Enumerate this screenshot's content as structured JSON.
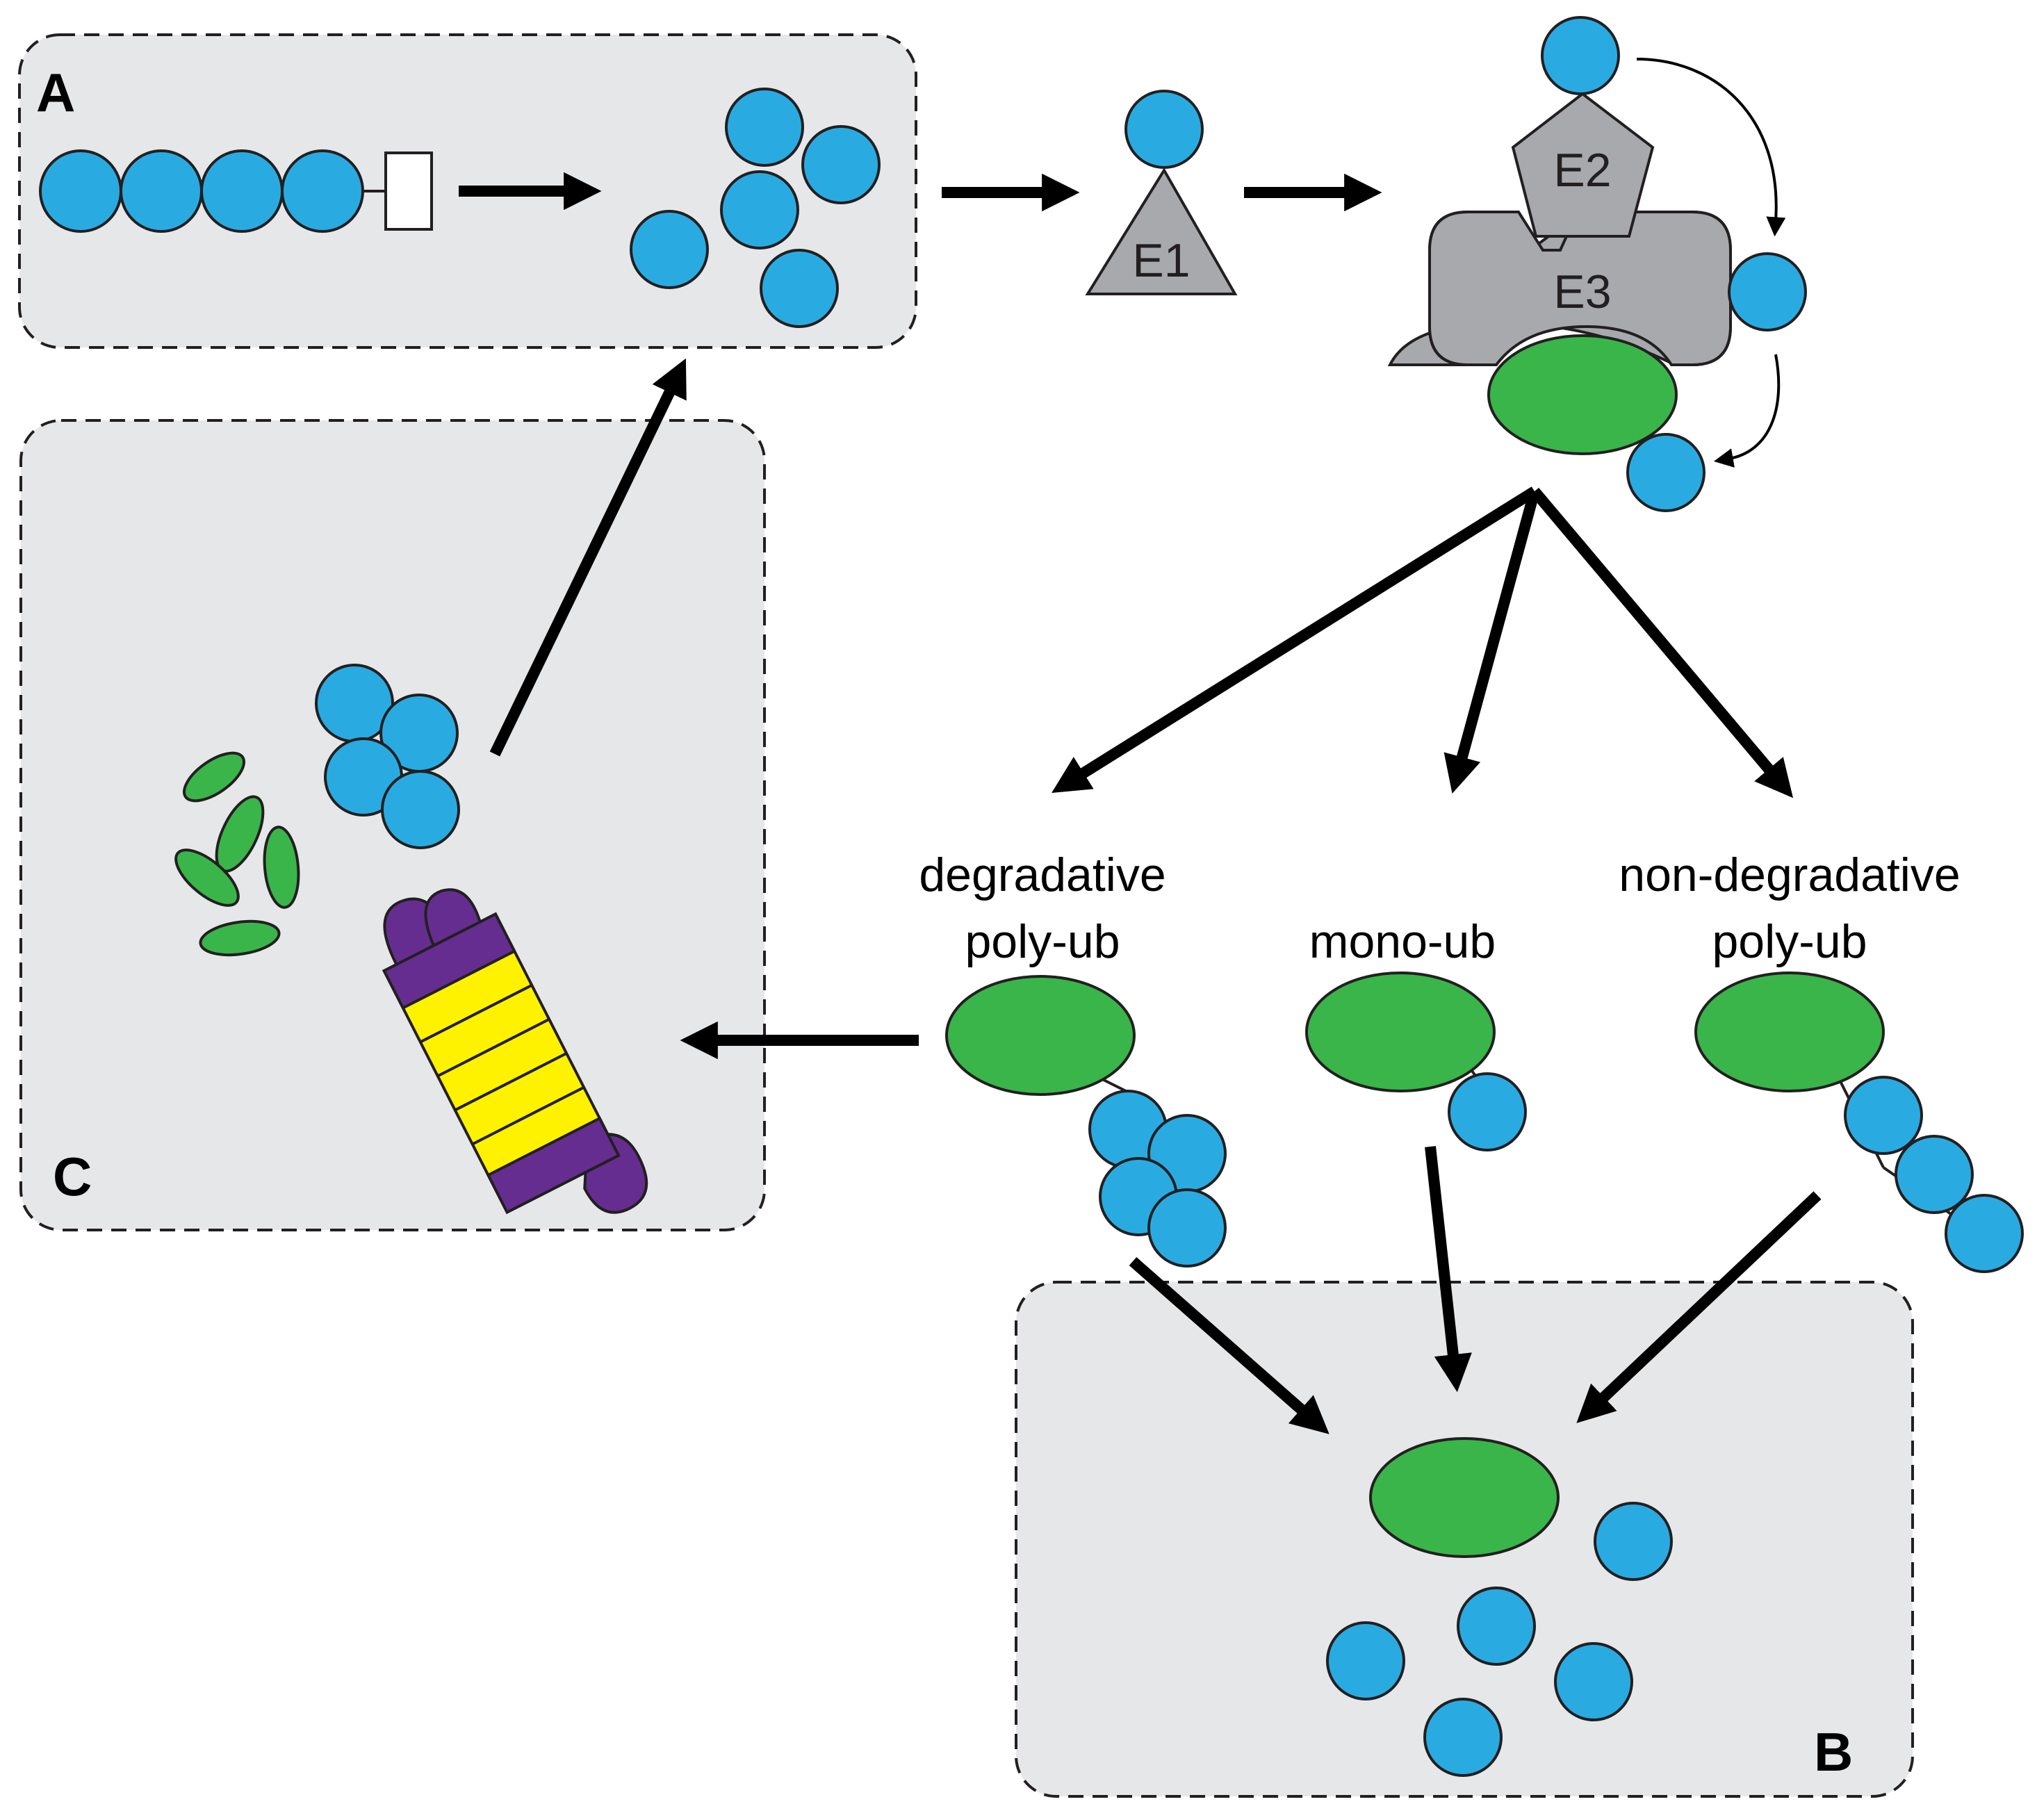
{
  "colors": {
    "ubiquitin": "#29abe2",
    "substrate": "#39b54a",
    "enzyme": "#a7a9ac",
    "panel_fill": "#e6e7e9",
    "proteasome_core": "#fff200",
    "proteasome_cap": "#662d91"
  },
  "panels": {
    "a": {
      "letter": "A"
    },
    "b": {
      "letter": "B"
    },
    "c": {
      "letter": "C"
    }
  },
  "enzymes": {
    "e1": "E1",
    "e2": "E2",
    "e3": "E3"
  },
  "outcomes": {
    "degradative": {
      "line1": "degradative",
      "line2": "poly-ub"
    },
    "mono": {
      "line1": "mono-ub"
    },
    "nondegradative": {
      "line1": "non-degradative",
      "line2": "poly-ub"
    }
  }
}
